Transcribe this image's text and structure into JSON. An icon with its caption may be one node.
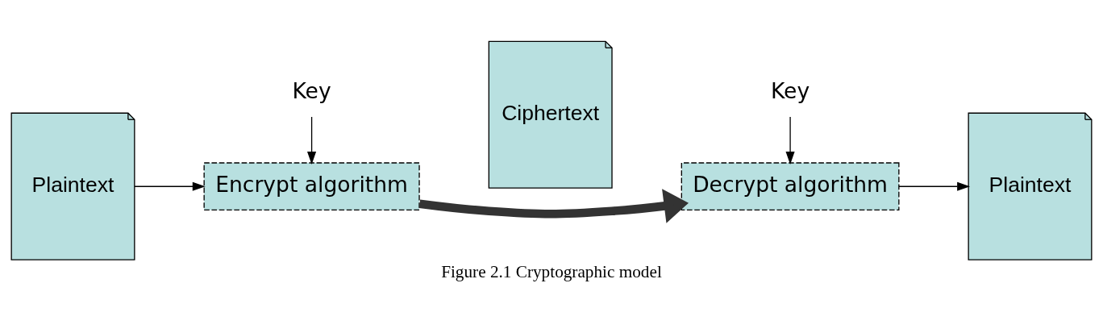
{
  "diagram": {
    "caption": "Figure 2.1 Cryptographic model",
    "nodes": [
      {
        "text": [
          "Plaintext"
        ]
      },
      {
        "text": [
          "Key"
        ]
      },
      {
        "text": [
          "Encrypt algorithm"
        ]
      },
      {
        "text": [
          "Ciphertext"
        ]
      },
      {
        "text": [
          "Key"
        ]
      },
      {
        "text": [
          "Decrypt algorithm"
        ]
      },
      {
        "text": [
          "Plaintext"
        ]
      }
    ],
    "edges": [
      {
        "from": 0,
        "to": 2,
        "arrow": "to"
      },
      {
        "from": 1,
        "to": 2,
        "arrow": "to"
      },
      {
        "from": 2,
        "to": 5,
        "arrow": "to",
        "style": "thick"
      },
      {
        "from": 4,
        "to": 5,
        "arrow": "to"
      },
      {
        "from": 5,
        "to": 6,
        "arrow": "to"
      }
    ]
  }
}
